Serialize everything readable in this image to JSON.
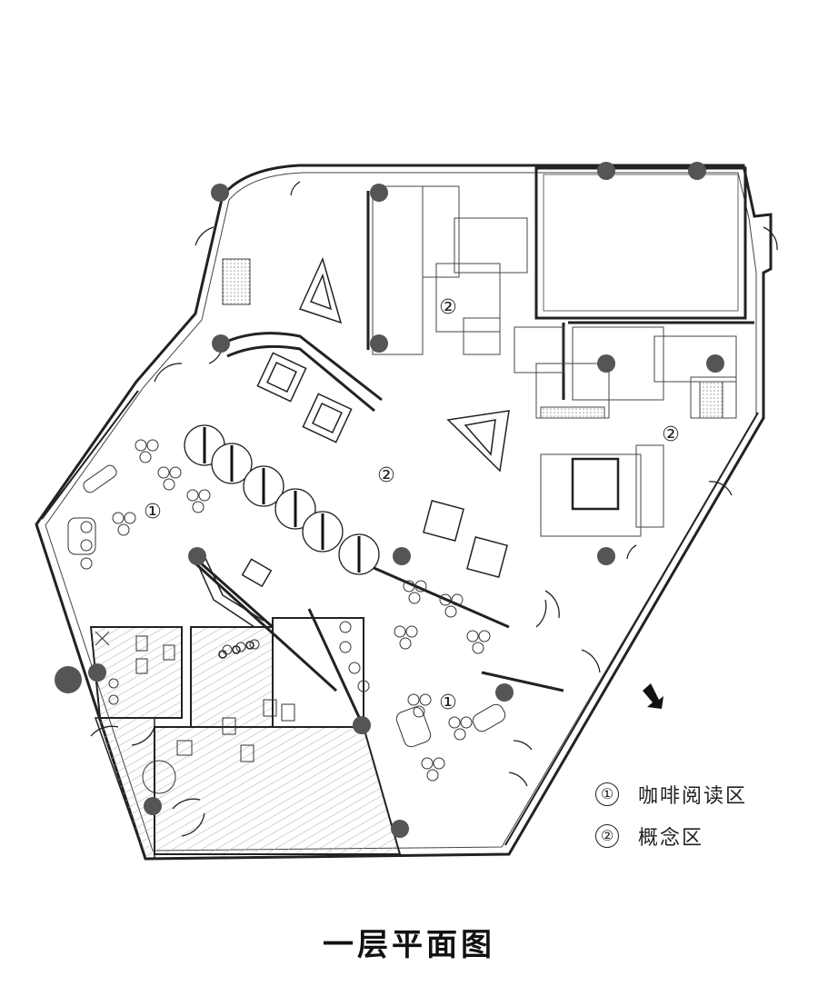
{
  "zone_markers": {
    "one": "①",
    "two": "②"
  },
  "legend": {
    "items": [
      {
        "marker": "①",
        "label": "咖啡阅读区"
      },
      {
        "marker": "②",
        "label": "概念区"
      }
    ]
  },
  "caption": "一层平面图",
  "colors": {
    "line": "#222222",
    "column": "#555555",
    "hatch": "#9a9a9a",
    "background": "#ffffff"
  }
}
